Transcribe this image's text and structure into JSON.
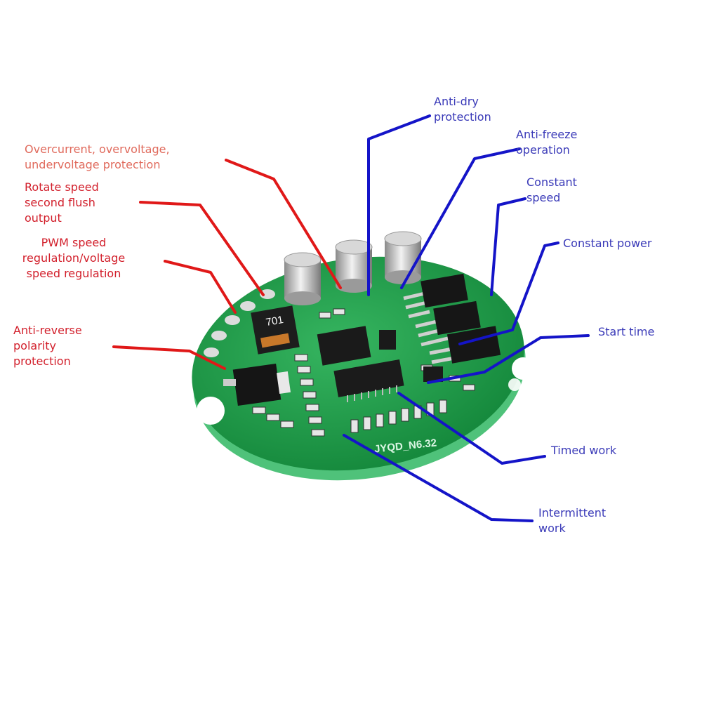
{
  "colors": {
    "pcb_green": "#1f9e4a",
    "pcb_light": "#6fd08c",
    "red_line": "#e01818",
    "blue_line": "#1414c8",
    "red_text": "#d21f2b",
    "blue_text": "#3a3ab8"
  },
  "board": {
    "silkscreen_model": "JYQD_N6.32",
    "inductor_marking": "701"
  },
  "left_labels": [
    {
      "id": "overcurrent",
      "text": "Overcurrent, overvoltage,\nundervoltage protection"
    },
    {
      "id": "rotate",
      "text": "Rotate speed\nsecond flush\noutput"
    },
    {
      "id": "pwm",
      "text": "PWM speed\nregulation/voltage\nspeed regulation"
    },
    {
      "id": "reverse",
      "text": "Anti-reverse\npolarity\nprotection"
    }
  ],
  "right_labels": [
    {
      "id": "antidry",
      "text": "Anti-dry\nprotection"
    },
    {
      "id": "antifreeze",
      "text": "Anti-freeze\noperation"
    },
    {
      "id": "constspeed",
      "text": "Constant\nspeed"
    },
    {
      "id": "constpower",
      "text": "Constant power"
    },
    {
      "id": "starttime",
      "text": "Start time"
    },
    {
      "id": "timed",
      "text": "Timed work"
    },
    {
      "id": "intermittent",
      "text": "Intermittent\nwork"
    }
  ]
}
